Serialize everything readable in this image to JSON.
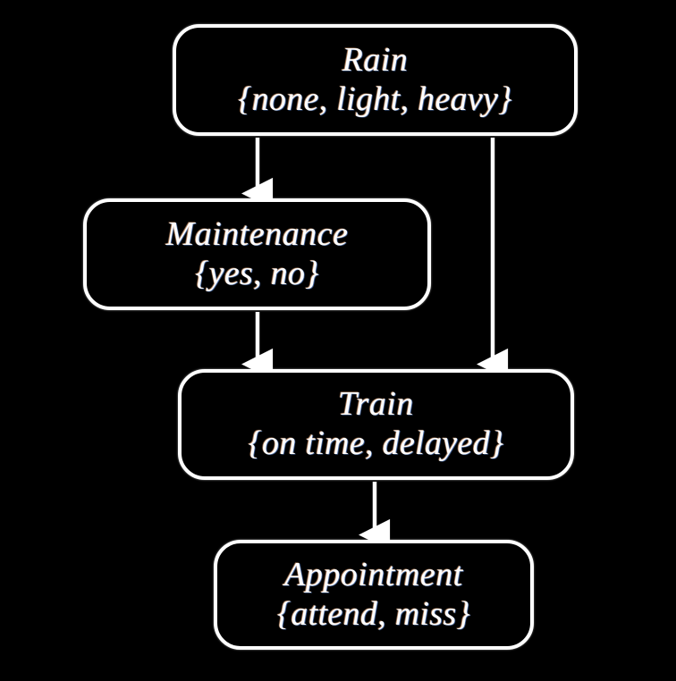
{
  "diagram": {
    "type": "bayesian-network",
    "background_color": "#000000",
    "stroke_color": "#ffffff",
    "text_color": "#ffffff",
    "nodes": [
      {
        "id": "rain",
        "name": "Rain",
        "states_text": "{none, light, heavy}",
        "states": [
          "none",
          "light",
          "heavy"
        ]
      },
      {
        "id": "maintenance",
        "name": "Maintenance",
        "states_text": "{yes, no}",
        "states": [
          "yes",
          "no"
        ]
      },
      {
        "id": "train",
        "name": "Train",
        "states_text": "{on time, delayed}",
        "states": [
          "on time",
          "delayed"
        ]
      },
      {
        "id": "appointment",
        "name": "Appointment",
        "states_text": "{attend, miss}",
        "states": [
          "attend",
          "miss"
        ]
      }
    ],
    "edges": [
      {
        "id": "rain-to-maintenance",
        "from": "Rain",
        "to": "Maintenance"
      },
      {
        "id": "rain-to-train",
        "from": "Rain",
        "to": "Train"
      },
      {
        "id": "maintenance-to-train",
        "from": "Maintenance",
        "to": "Train"
      },
      {
        "id": "train-to-appointment",
        "from": "Train",
        "to": "Appointment"
      }
    ]
  }
}
